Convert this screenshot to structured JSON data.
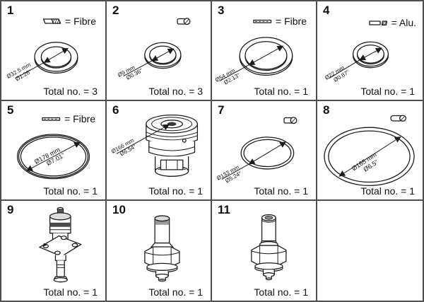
{
  "cells": [
    {
      "number": "1",
      "legend_label": "= Fibre",
      "legend_icon": "fibre-cross-section-icon",
      "dim_mm": "Ø32.5 mm",
      "dim_in": "Ø1.28\"",
      "total": "Total no. = 3",
      "part": "fibre-washer"
    },
    {
      "number": "2",
      "legend_icon": "o-ring-cross-section-icon",
      "dim_mm": "Ø9 mm",
      "dim_in": "Ø0.36\"",
      "total": "Total no. = 3",
      "part": "seal-ring"
    },
    {
      "number": "3",
      "legend_label": "= Fibre",
      "legend_icon": "fibre-strip-icon",
      "dim_mm": "Ø54 mm",
      "dim_in": "Ø2.13\"",
      "total": "Total no. = 1",
      "part": "fibre-washer"
    },
    {
      "number": "4",
      "legend_label": "= Alu.",
      "legend_icon": "alu-cross-section-icon",
      "dim_mm": "Ø22 mm",
      "dim_in": "Ø0.87\"",
      "total": "Total no. = 1",
      "part": "alu-washer"
    },
    {
      "number": "5",
      "legend_label": "= Fibre",
      "legend_icon": "fibre-strip-icon",
      "dim_mm": "Ø178 mm",
      "dim_in": "Ø7.01\"",
      "total": "Total no. = 1",
      "part": "fibre-gasket"
    },
    {
      "number": "6",
      "dim_mm": "Ø166 mm",
      "dim_in": "Ø6.54\"",
      "total": "Total no. = 1",
      "part": "valve-insert"
    },
    {
      "number": "7",
      "legend_icon": "o-ring-cross-section-icon",
      "dim_mm": "Ø133 mm",
      "dim_in": "Ø5.24\"",
      "total": "Total no. = 1",
      "part": "o-ring"
    },
    {
      "number": "8",
      "legend_icon": "roll-cross-section-icon",
      "dim_mm": "Ø165 mm",
      "dim_in": "Ø6.5\"",
      "total": "Total no. = 1",
      "part": "gasket-ring"
    },
    {
      "number": "9",
      "total": "Total no. = 1",
      "part": "flanged-valve-assembly"
    },
    {
      "number": "10",
      "total": "Total no. = 1",
      "part": "solenoid-armature"
    },
    {
      "number": "11",
      "total": "Total no. = 1",
      "part": "pilot-valve-insert"
    }
  ]
}
